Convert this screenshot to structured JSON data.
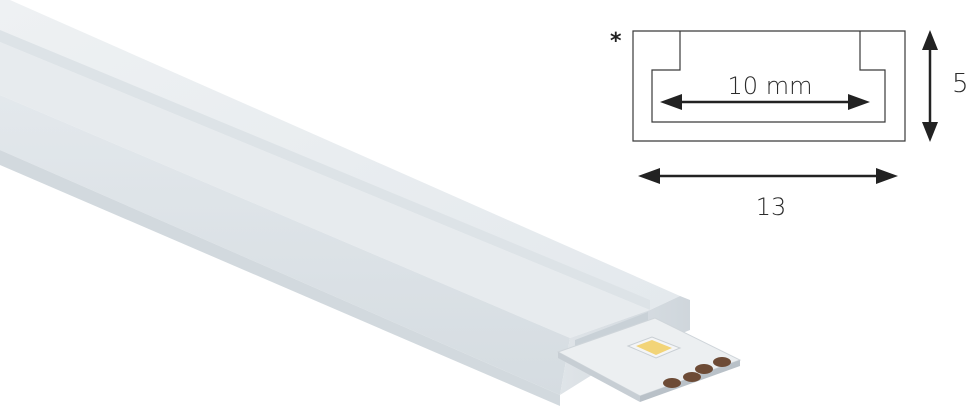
{
  "diagram": {
    "asterisk": "*",
    "inner_width_label": "10 mm",
    "height_label": "5",
    "outer_width_label": "13"
  },
  "colors": {
    "profile_top": "#e9edf0",
    "profile_side": "#d7dde2",
    "profile_shadow": "#c7cfd6",
    "pcb": "#e8ebee",
    "led": "#f3d98c",
    "pads": "#6b4a35",
    "lines": "#2b2b2b"
  }
}
